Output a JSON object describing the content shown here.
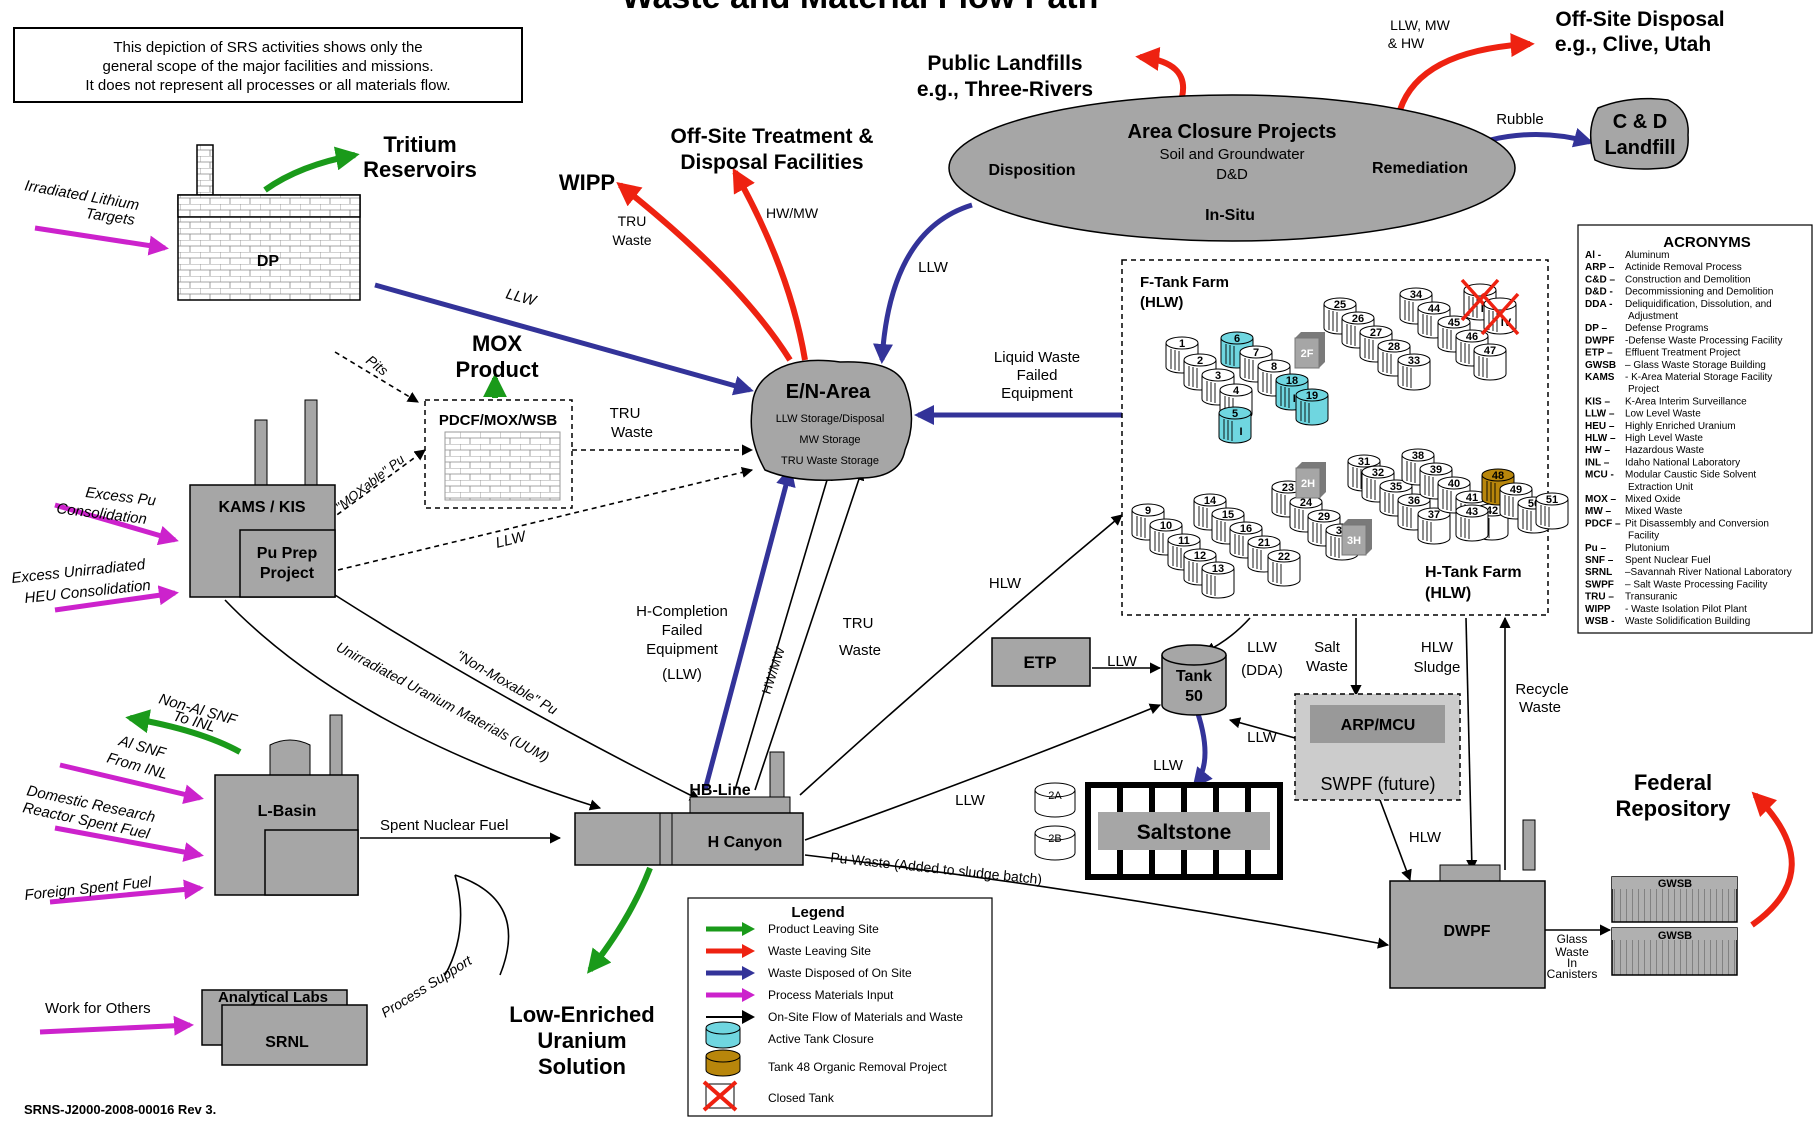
{
  "title": "Waste and Material Flow Path",
  "disclaimer": [
    "This depiction of SRS activities shows only the",
    "general scope of the major facilities and missions.",
    "It does not represent all processes or all materials flow."
  ],
  "doc_id": "SRNS-J2000-2008-00016 Rev 3.",
  "facilities": {
    "dp": "DP",
    "kams": "KAMS / KIS",
    "pu_prep": [
      "Pu Prep",
      "Project"
    ],
    "pdcf": "PDCF/MOX/WSB",
    "l_basin": "L-Basin",
    "analytical_labs": "Analytical Labs",
    "srnl": "SRNL",
    "hb_line": "HB-Line",
    "h_canyon": "H Canyon",
    "en_area": {
      "title": "E/N-Area",
      "lines": [
        "LLW Storage/Disposal",
        "MW Storage",
        "TRU Waste Storage"
      ]
    },
    "area_closure": {
      "title": "Area Closure Projects",
      "sub1": "Soil and Groundwater",
      "sub2": "D&D",
      "left": "Disposition",
      "right": "Remediation",
      "bottom": "In-Situ"
    },
    "cd_landfill": [
      "C & D",
      "Landfill"
    ],
    "f_tank_farm": [
      "F-Tank Farm",
      "(HLW)"
    ],
    "h_tank_farm": [
      "H-Tank Farm",
      "(HLW)"
    ],
    "etp": "ETP",
    "tank50": [
      "Tank",
      "50"
    ],
    "arp_mcu": "ARP/MCU",
    "swpf": "SWPF (future)",
    "saltstone": "Saltstone",
    "dwpf": "DWPF",
    "gwsb": "GWSB",
    "tank_2a": "2A",
    "tank_2b": "2B"
  },
  "destinations": {
    "tritium": [
      "Tritium",
      "Reservoirs"
    ],
    "mox_product": [
      "MOX",
      "Product"
    ],
    "wipp": "WIPP",
    "offsite_treatment": [
      "Off-Site Treatment &",
      "Disposal Facilities"
    ],
    "public_landfills": [
      "Public Landfills",
      "e.g., Three-Rivers"
    ],
    "offsite_disposal": [
      "Off-Site Disposal",
      "e.g., Clive, Utah"
    ],
    "low_enriched": [
      "Low-Enriched",
      "Uranium",
      "Solution"
    ],
    "federal_repo": [
      "Federal",
      "Repository"
    ]
  },
  "inputs": {
    "irradiated_lithium": [
      "Irradiated Lithium",
      "Targets"
    ],
    "excess_pu": [
      "Excess Pu",
      "Consolidation"
    ],
    "excess_heu": [
      "Excess Unirradiated",
      "HEU Consolidation"
    ],
    "non_al_snf": [
      "Non-Al SNF",
      "To INL"
    ],
    "al_snf": [
      "Al SNF",
      "From INL"
    ],
    "domestic": [
      "Domestic Research",
      "Reactor Spent Fuel"
    ],
    "foreign": "Foreign Spent Fuel",
    "work_others": "Work for Others"
  },
  "flow_labels": {
    "llw": "LLW",
    "tru_waste": [
      "TRU",
      "Waste"
    ],
    "hw_mw": "HW/MW",
    "pits": "Pits",
    "moxable": "\"MOXable\" Pu",
    "non_moxable": "\"Non-Moxable\" Pu",
    "uum": "Unirradiated Uranium Materials (UUM)",
    "spent_nuclear_fuel": "Spent Nuclear Fuel",
    "process_support": "Process Support",
    "h_completion": [
      "H-Completion",
      "Failed",
      "Equipment",
      "(LLW)"
    ],
    "liquid_waste": [
      "Liquid Waste",
      "Failed",
      "Equipment"
    ],
    "hlw": "HLW",
    "llw_dda": [
      "LLW",
      "(DDA)"
    ],
    "salt_waste": [
      "Salt",
      "Waste"
    ],
    "hlw_sludge": [
      "HLW",
      "Sludge"
    ],
    "recycle_waste": [
      "Recycle",
      "Waste"
    ],
    "pu_waste": "Pu Waste (Added to sludge batch)",
    "glass_waste": [
      "Glass",
      "Waste",
      "In",
      "Canisters"
    ],
    "rubble": "Rubble",
    "llw_mw_hw": [
      "LLW, MW",
      "& HW"
    ]
  },
  "legend": {
    "title": "Legend",
    "items": [
      {
        "label": "Product Leaving Site",
        "color": "#1a9a1a"
      },
      {
        "label": "Waste Leaving Site",
        "color": "#ee2211"
      },
      {
        "label": "Waste Disposed of On Site",
        "color": "#333399"
      },
      {
        "label": "Process Materials Input",
        "color": "#cc22cc"
      },
      {
        "label": "On-Site Flow of Materials and Waste",
        "color": "#000000"
      },
      {
        "label": "Active Tank Closure",
        "color": "#6fd6e0"
      },
      {
        "label": "Tank 48 Organic Removal Project",
        "color": "#b8860b"
      },
      {
        "label": "Closed Tank",
        "color": "#ee2211"
      }
    ]
  },
  "acronyms": {
    "title": "ACRONYMS",
    "items": [
      [
        "Al -",
        "Aluminum"
      ],
      [
        "ARP –",
        "Actinide Removal Process"
      ],
      [
        "C&D –",
        "Construction and Demolition"
      ],
      [
        "D&D -",
        "Decommissioning and Demolition"
      ],
      [
        "DDA -",
        "Deliquidification, Dissolution, and"
      ],
      [
        "",
        "Adjustment"
      ],
      [
        "DP –",
        "Defense Programs"
      ],
      [
        "DWPF",
        "-Defense Waste Processing Facility"
      ],
      [
        "ETP –",
        "Effluent Treatment Project"
      ],
      [
        "GWSB",
        "– Glass Waste Storage Building"
      ],
      [
        "KAMS",
        "- K-Area Material Storage Facility"
      ],
      [
        "",
        "Project"
      ],
      [
        "KIS –",
        "K-Area Interim Surveillance"
      ],
      [
        "LLW –",
        "Low Level Waste"
      ],
      [
        "HEU –",
        "Highly Enriched Uranium"
      ],
      [
        "HLW –",
        "High Level Waste"
      ],
      [
        "HW –",
        "Hazardous Waste"
      ],
      [
        "INL –",
        "Idaho National Laboratory"
      ],
      [
        "MCU -",
        "Modular Caustic Side Solvent"
      ],
      [
        "",
        "Extraction Unit"
      ],
      [
        "MOX –",
        "Mixed Oxide"
      ],
      [
        "MW –",
        "Mixed Waste"
      ],
      [
        "PDCF –",
        "Pit Disassembly and Conversion"
      ],
      [
        "",
        "Facility"
      ],
      [
        "Pu –",
        "Plutonium"
      ],
      [
        "SNF –",
        "Spent Nuclear Fuel"
      ],
      [
        "SRNL",
        "–Savannah River National Laboratory"
      ],
      [
        "SWPF",
        "– Salt Waste Processing Facility"
      ],
      [
        "TRU –",
        "Transuranic"
      ],
      [
        "WIPP",
        "- Waste Isolation Pilot Plant"
      ],
      [
        "WSB -",
        "Waste Solidification Building"
      ]
    ]
  },
  "f_tanks": [
    {
      "n": "1",
      "s": "",
      "c": "n"
    },
    {
      "n": "2",
      "s": "",
      "c": "n"
    },
    {
      "n": "3",
      "s": "",
      "c": "n"
    },
    {
      "n": "4",
      "s": "",
      "c": "n"
    },
    {
      "n": "5",
      "s": "I",
      "c": "a"
    },
    {
      "n": "6",
      "s": "",
      "c": "a"
    },
    {
      "n": "7",
      "s": "",
      "c": "n"
    },
    {
      "n": "8",
      "s": "",
      "c": "n"
    },
    {
      "n": "18",
      "s": "IV",
      "c": "a"
    },
    {
      "n": "19",
      "s": "",
      "c": "a"
    },
    {
      "n": "25",
      "s": "",
      "c": "n"
    },
    {
      "n": "26",
      "s": "",
      "c": "n"
    },
    {
      "n": "27",
      "s": "",
      "c": "n"
    },
    {
      "n": "28",
      "s": "",
      "c": "n"
    },
    {
      "n": "33",
      "s": "",
      "c": "n"
    },
    {
      "n": "34",
      "s": "",
      "c": "n"
    },
    {
      "n": "44",
      "s": "",
      "c": "n"
    },
    {
      "n": "45",
      "s": "",
      "c": "n"
    },
    {
      "n": "46",
      "s": "",
      "c": "n"
    },
    {
      "n": "47",
      "s": "",
      "c": "n"
    },
    {
      "n": "",
      "s": "IV",
      "c": "x"
    },
    {
      "n": "",
      "s": "IV",
      "c": "x"
    }
  ],
  "h_tanks": [
    {
      "n": "9",
      "s": "",
      "c": "n"
    },
    {
      "n": "10",
      "s": "",
      "c": "n"
    },
    {
      "n": "11",
      "s": "",
      "c": "n"
    },
    {
      "n": "12",
      "s": "",
      "c": "n"
    },
    {
      "n": "13",
      "s": "",
      "c": "n"
    },
    {
      "n": "14",
      "s": "",
      "c": "n"
    },
    {
      "n": "15",
      "s": "",
      "c": "n"
    },
    {
      "n": "16",
      "s": "",
      "c": "n"
    },
    {
      "n": "21",
      "s": "",
      "c": "n"
    },
    {
      "n": "22",
      "s": "",
      "c": "n"
    },
    {
      "n": "23",
      "s": "",
      "c": "n"
    },
    {
      "n": "24",
      "s": "",
      "c": "n"
    },
    {
      "n": "29",
      "s": "",
      "c": "n"
    },
    {
      "n": "30",
      "s": "",
      "c": "n"
    },
    {
      "n": "31",
      "s": "",
      "c": "n"
    },
    {
      "n": "32",
      "s": "",
      "c": "n"
    },
    {
      "n": "35",
      "s": "",
      "c": "n"
    },
    {
      "n": "36",
      "s": "",
      "c": "n"
    },
    {
      "n": "37",
      "s": "",
      "c": "n"
    },
    {
      "n": "38",
      "s": "",
      "c": "n"
    },
    {
      "n": "39",
      "s": "",
      "c": "n"
    },
    {
      "n": "40",
      "s": "",
      "c": "n"
    },
    {
      "n": "41",
      "s": "",
      "c": "n"
    },
    {
      "n": "42",
      "s": "",
      "c": "n"
    },
    {
      "n": "43",
      "s": "",
      "c": "n"
    },
    {
      "n": "48",
      "s": "",
      "c": "o"
    },
    {
      "n": "49",
      "s": "",
      "c": "n"
    },
    {
      "n": "50",
      "s": "",
      "c": "n"
    },
    {
      "n": "51",
      "s": "",
      "c": "n"
    }
  ],
  "tank_buildings": [
    "2F",
    "2H",
    "3H"
  ],
  "colors": {
    "green": "#1a9a1a",
    "red": "#ee2211",
    "blue": "#333399",
    "magenta": "#cc22cc",
    "gray": "#a6a6a6",
    "cyan": "#6fd6e0",
    "ochre": "#b8860b"
  }
}
